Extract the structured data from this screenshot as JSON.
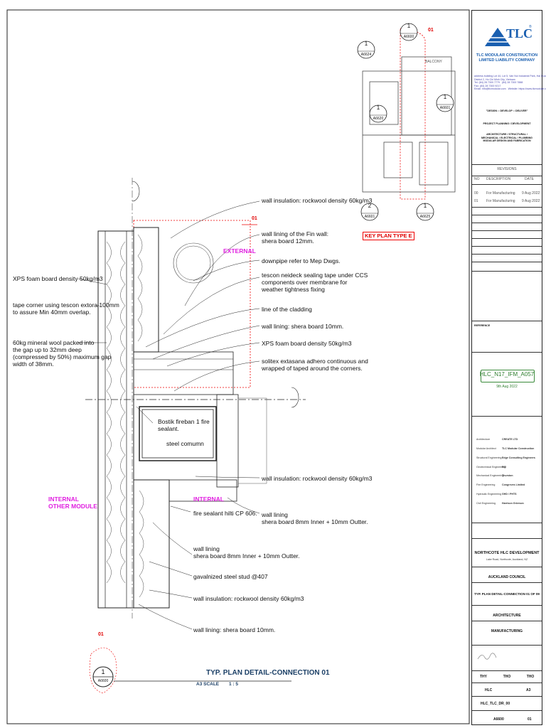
{
  "drawing": {
    "title": "TYP. PLAN DETAIL-CONNECTION 01",
    "scale_label": "A3 SCALE",
    "scale_value": "1 : 5",
    "callout_num": "1",
    "callout_ref": "A6600",
    "revision_tag": "01",
    "zone_labels": {
      "external": "EXTERNAL",
      "internal": "INTERNAL",
      "internal_other": "INTERNAL\nOTHER MODULE"
    }
  },
  "notes_right": [
    "wall insulation: rockwool density 60kg/m3",
    "wall lining of the Fin wall:\nshera board 12mm.",
    "downpipe refer to Mep Dwgs.",
    "tescon neideck sealing tape under CCS\ncomponents over membrane for\nweather tightness fixing",
    "line of the cladding",
    "wall lining: shera board 10mm.",
    "XPS foam board density 50kg/m3",
    "solitex extasana adhero continuous and\nwrapped of taped around the corners.",
    "wall insulation: rockwool density 60kg/m3",
    "wall lining\nshera board 8mm Inner + 10mm Outter."
  ],
  "notes_left": [
    "XPS foam board density 50kg/m3",
    "tape corner using tescon extora 100mm\nto assure Min 40mm overlap.",
    "60kg mineral wool packed into\nthe gap up to 32mm deep\n(compressed by 50%) maximum gap\nwidth of 38mm."
  ],
  "notes_inner": {
    "bostik": "Bostik fireban 1 fire\nsealant.",
    "steel": "steel comumn",
    "fire_sealant": "fire sealant hilti CP 606.",
    "lining_low": "wall lining\nshera board 8mm Inner + 10mm Outter.",
    "stud": "gavalnized steel stud @407",
    "insul_low": "wall insulation: rockwool density 60kg/m3",
    "lining_10": "wall lining: shera board 10mm."
  },
  "key_plan": {
    "label": "KEY PLAN TYPE E",
    "balcony": "BALCONY",
    "tags": [
      {
        "num": "1",
        "ref": "A6600"
      },
      {
        "num": "1",
        "ref": "A6624"
      },
      {
        "num": "1",
        "ref": "A6620"
      },
      {
        "num": "1",
        "ref": "A6601"
      },
      {
        "num": "2",
        "ref": "A6601"
      },
      {
        "num": "1",
        "ref": "A6625"
      }
    ],
    "rev": "01"
  },
  "title_block": {
    "logo_text": "TLC",
    "logo_reg": "®",
    "company": "TLC MODULAR CONSTRUCTION\nLIMITED LIABILITY COMPANY",
    "address": "address building Lot 44, Lot 5, Van Noi Industrial Park, Hai Duong, Vietnam\nDistrict 2, Ho Chi Minh City, Vietnam\nTel: (84) 28 7300 7779   (84) 28 7300 7888\nFax: (84) 28 7300 9217\nEmail: info@tlcmodular.com   Website: https://www.tlcmodular.com",
    "tagline": "\"DESIGN :: DEVELOP :: DELIVER\"",
    "services_1": "PROJECT PLANNING / DEVELOPMENT",
    "services_2": "ARCHITECTURE / STRUCTURAL /\nMECHANICAL / ELECTRICAL / PLUMBING\nMODULAR DESIGN AND FABRICATION",
    "revisions_header": "REVISIONS",
    "rev_cols": [
      "NO",
      "DESCRIPTION",
      "DATE"
    ],
    "revisions": [
      {
        "no": "00",
        "desc": "For Manufacturing",
        "date": "9 Aug 2022"
      },
      {
        "no": "01",
        "desc": "For Manufacturing",
        "date": "9 Aug 2022"
      }
    ],
    "stamp_id": "HLC_N17_IFM_A057",
    "stamp_date": "9th Aug 2022",
    "reference": "REFERENCE",
    "consultants": [
      {
        "role": "Architecture",
        "name": "CREATE LTD"
      },
      {
        "role": "Modular Architect",
        "name": "TLC Modular Construction"
      },
      {
        "role": "Structural Engineering",
        "name": "Edge Consulting Engineers"
      },
      {
        "role": "Geotechnical Engineering",
        "name": "RCI"
      },
      {
        "role": "Mechanical Engineering",
        "name": "Thurston"
      },
      {
        "role": "Fire Engineering",
        "name": "Congreves Limited"
      },
      {
        "role": "Hydraulic Engineering",
        "name": "GHD / PHTS"
      },
      {
        "role": "Civil Engineering",
        "name": "Harrison Grierson"
      }
    ],
    "project": "NORTHCOTE HLC DEVELOPMENT",
    "project_addr": "Lake Road, Northcote, Auckland, NZ",
    "authority": "AUCKLAND COUNCIL",
    "sheet_title": "TYP. PLAN DETAIL-CONNECTION 01 OF 09",
    "discipline": "ARCHITECTURE",
    "phase": "MANUFACTURING",
    "drawn": "THY",
    "checked": "THO",
    "approved": "THO",
    "client_code": "HLC",
    "size": "A3",
    "file": "HLC_TLC_DR_00",
    "sheet_no": "A6600",
    "rev": "01"
  }
}
